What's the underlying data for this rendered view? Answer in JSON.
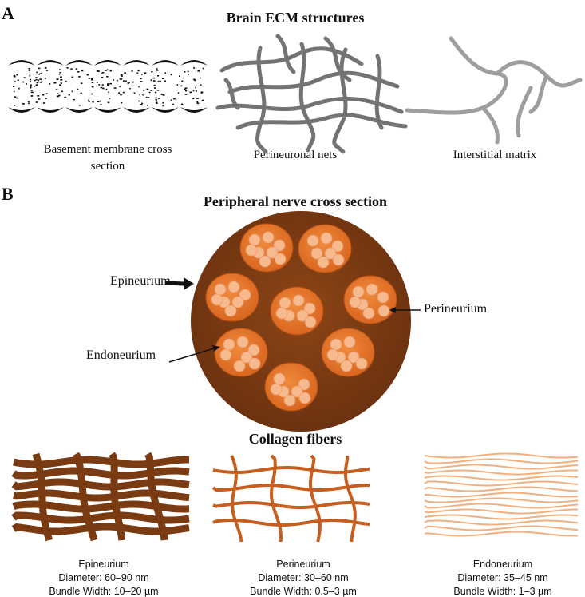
{
  "panel_a": {
    "letter": "A",
    "title": "Brain ECM structures",
    "structures": [
      {
        "label": "Basement membrane cross section"
      },
      {
        "label": "Perineuronal nets"
      },
      {
        "label": "Interstitial matrix"
      }
    ]
  },
  "panel_b": {
    "letter": "B",
    "title": "Peripheral nerve cross section",
    "labels": {
      "epineurium": "Epineurium",
      "perineurium": "Perineurium",
      "endoneurium": "Endoneurium"
    },
    "colors": {
      "epineurium": "#7a3a12",
      "fascicle": "#e8782e",
      "axon": "#f7b98e"
    }
  },
  "collagen": {
    "title": "Collagen fibers",
    "fibers": [
      {
        "name": "Epineurium",
        "diameter": "Diameter: 60–90 nm",
        "bundle": "Bundle Width: 10–20 µm",
        "color": "#7a3a12"
      },
      {
        "name": "Perineurium",
        "diameter": "Diameter: 30–60 nm",
        "bundle": "Bundle Width: 0.5–3 µm",
        "color": "#c55e1f"
      },
      {
        "name": "Endoneurium",
        "diameter": "Diameter: 35–45 nm",
        "bundle": "Bundle Width: 1–3 µm",
        "color": "#f2b07e"
      }
    ]
  }
}
